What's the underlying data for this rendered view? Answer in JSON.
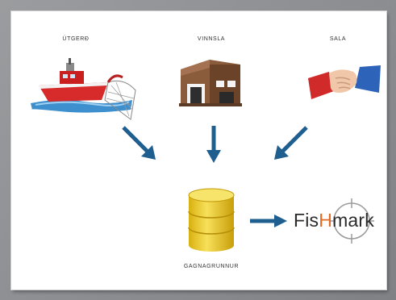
{
  "labels": {
    "fishing": "ÚTGERÐ",
    "processing": "VINNSLA",
    "sales": "SALA",
    "database": "GAGNAGRUNNUR"
  },
  "logo": {
    "part1": "Fis",
    "part2": "H",
    "part3": "mark"
  },
  "colors": {
    "arrow": "#1f5f8f",
    "database": "#f1cf24",
    "boat_hull": "#d72a2a",
    "accent_h": "#e36a1e"
  }
}
